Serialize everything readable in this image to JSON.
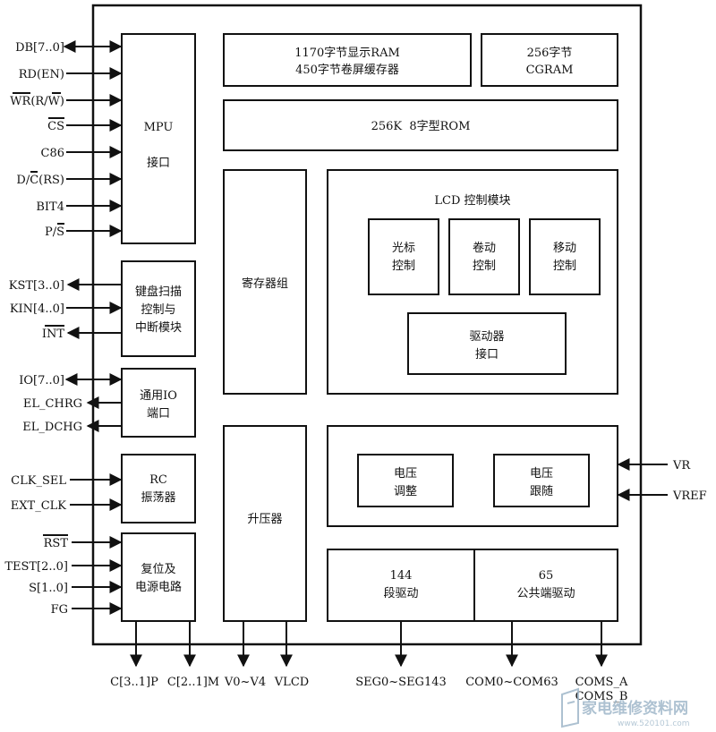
{
  "blocks": {
    "mpu": [
      "MPU",
      "接口"
    ],
    "ram": [
      "1170字节显示RAM",
      "450字节卷屏缓存器"
    ],
    "cgram": [
      "256字节",
      "CGRAM"
    ],
    "rom": [
      "256K  8字型ROM"
    ],
    "keyscan": [
      "键盘扫描",
      "控制与",
      "中断模块"
    ],
    "gpio": [
      "通用IO",
      "端口"
    ],
    "rc": [
      "RC",
      "振荡器"
    ],
    "reset": [
      "复位及",
      "电源电路"
    ],
    "regs": [
      "寄存器组"
    ],
    "lcd_ctrl": [
      "LCD 控制模块"
    ],
    "cursor": [
      "光标",
      "控制"
    ],
    "scroll": [
      "卷动",
      "控制"
    ],
    "move": [
      "移动",
      "控制"
    ],
    "driver_if": [
      "驱动器",
      "接口"
    ],
    "boost": [
      "升压器"
    ],
    "volt_adj": [
      "电压",
      "调整"
    ],
    "volt_follow": [
      "电压",
      "跟随"
    ],
    "seg_drv": [
      "144",
      "段驱动"
    ],
    "com_drv": [
      "65",
      "公共端驱动"
    ]
  },
  "left_pins": [
    "DB[7..0]",
    "RD(EN)",
    "WR(R/W)",
    "CS",
    "C86",
    "D/C(RS)",
    "BIT4",
    "P/S",
    "KST[3..0]",
    "KIN[4..0]",
    "INT",
    "IO[7..0]",
    "EL_CHRG",
    "EL_DCHG",
    "CLK_SEL",
    "EXT_CLK",
    "RST",
    "TEST[2..0]",
    "S[1..0]",
    "FG"
  ],
  "right_pins": [
    "VR",
    "VREF"
  ],
  "bottom_pins": [
    "C[3..1]P",
    "C[2..1]M",
    "V0~V4",
    "VLCD",
    "SEG0~SEG143",
    "COM0~COM63",
    "COMS_A",
    "COMS_B"
  ],
  "watermark": {
    "text": "家电维修资料网",
    "url": "www.520101.com"
  },
  "colors": {
    "line": "#111111",
    "background": "#ffffff",
    "watermark": "#9fb7c9"
  }
}
